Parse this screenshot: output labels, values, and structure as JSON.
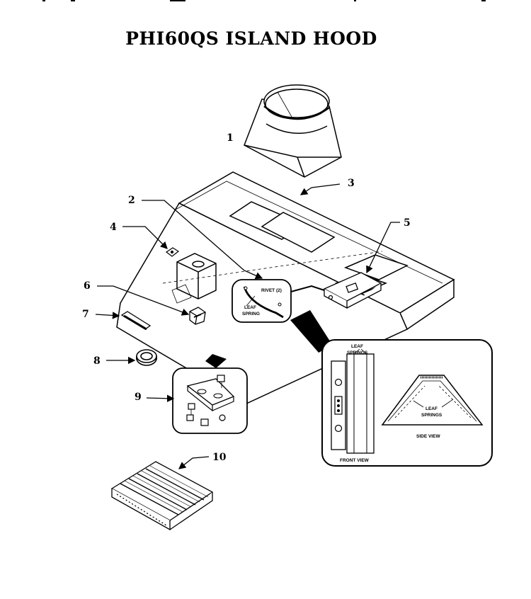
{
  "title": "PHI60QS ISLAND HOOD",
  "callouts": [
    "1",
    "2",
    "3",
    "4",
    "5",
    "6",
    "7",
    "8",
    "9",
    "10"
  ],
  "detail_labels": {
    "rivet": "RIVET (2)",
    "leaf_spring": "LEAF SPRING",
    "leaf_springs_top": "LEAF SPRINGS",
    "leaf_springs_side": "LEAF SPRINGS",
    "front_view": "FRONT VIEW",
    "side_view": "SIDE VIEW"
  },
  "colors": {
    "ink": "#000000",
    "paper": "#ffffff"
  }
}
